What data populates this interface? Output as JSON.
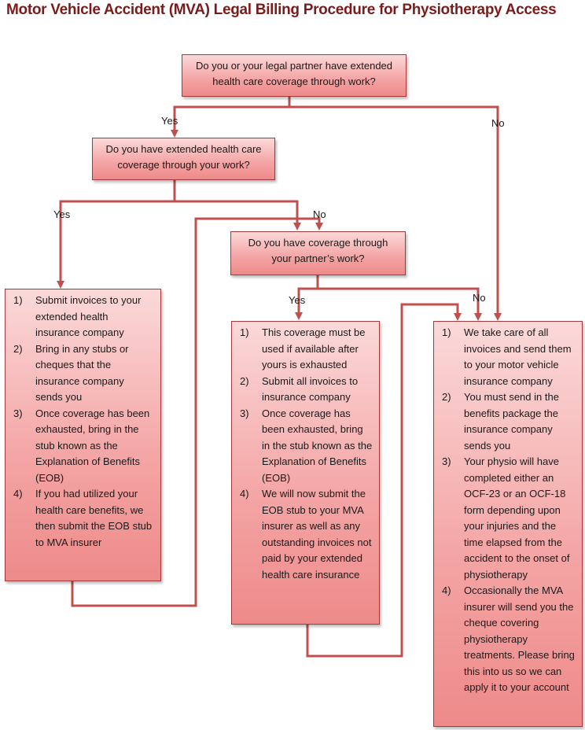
{
  "title": "Motor Vehicle Accident (MVA) Legal Billing Procedure for Physiotherapy Access",
  "questions": {
    "q1": "Do you or your legal partner have extended health care coverage through work?",
    "q2": "Do you have extended health care coverage through your work?",
    "q3": "Do you have coverage through your partner’s work?"
  },
  "labels": {
    "q1_yes": "Yes",
    "q1_no": "No",
    "q2_yes": "Yes",
    "q2_no": "No",
    "q3_yes": "Yes",
    "q3_no": "No"
  },
  "outcome_left": [
    {
      "num": "1)",
      "text": "Submit invoices to your extended health insurance company"
    },
    {
      "num": "2)",
      "text": "Bring in any stubs or cheques that the insurance company sends you"
    },
    {
      "num": "3)",
      "text": "Once coverage has been exhausted, bring in the stub known as the Explanation of Benefits (EOB)"
    },
    {
      "num": "4)",
      "text": "If you had utilized your health care benefits, we then submit the EOB stub to MVA insurer"
    }
  ],
  "outcome_middle": [
    {
      "num": "1)",
      "text": "This coverage must be used if available after yours is exhausted"
    },
    {
      "num": "2)",
      "text": "Submit all invoices to insurance company"
    },
    {
      "num": "3)",
      "text": "Once coverage has been exhausted, bring in the stub known as the Explanation of Benefits (EOB)"
    },
    {
      "num": "4)",
      "text": "We will now submit the EOB stub to your MVA insurer as well as any outstanding invoices not paid by your extended health care insurance"
    }
  ],
  "outcome_right": [
    {
      "num": "1)",
      "text": "We take care of all invoices and send them to your motor vehicle insurance company"
    },
    {
      "num": "2)",
      "text": "You must send in the benefits package the insurance company sends you"
    },
    {
      "num": "3)",
      "text": "Your physio will have completed either an OCF-23 or an OCF-18 form depending upon your injuries and the time elapsed from the accident to the onset of physiotherapy"
    },
    {
      "num": "4)",
      "text": "Occasionally the MVA insurer will send you the cheque covering physiotherapy treatments. Please bring this into us so we can apply it to your account"
    }
  ],
  "colors": {
    "connector": "#c0504d",
    "title": "#7a1c1c",
    "box_border": "#a03a3a"
  }
}
